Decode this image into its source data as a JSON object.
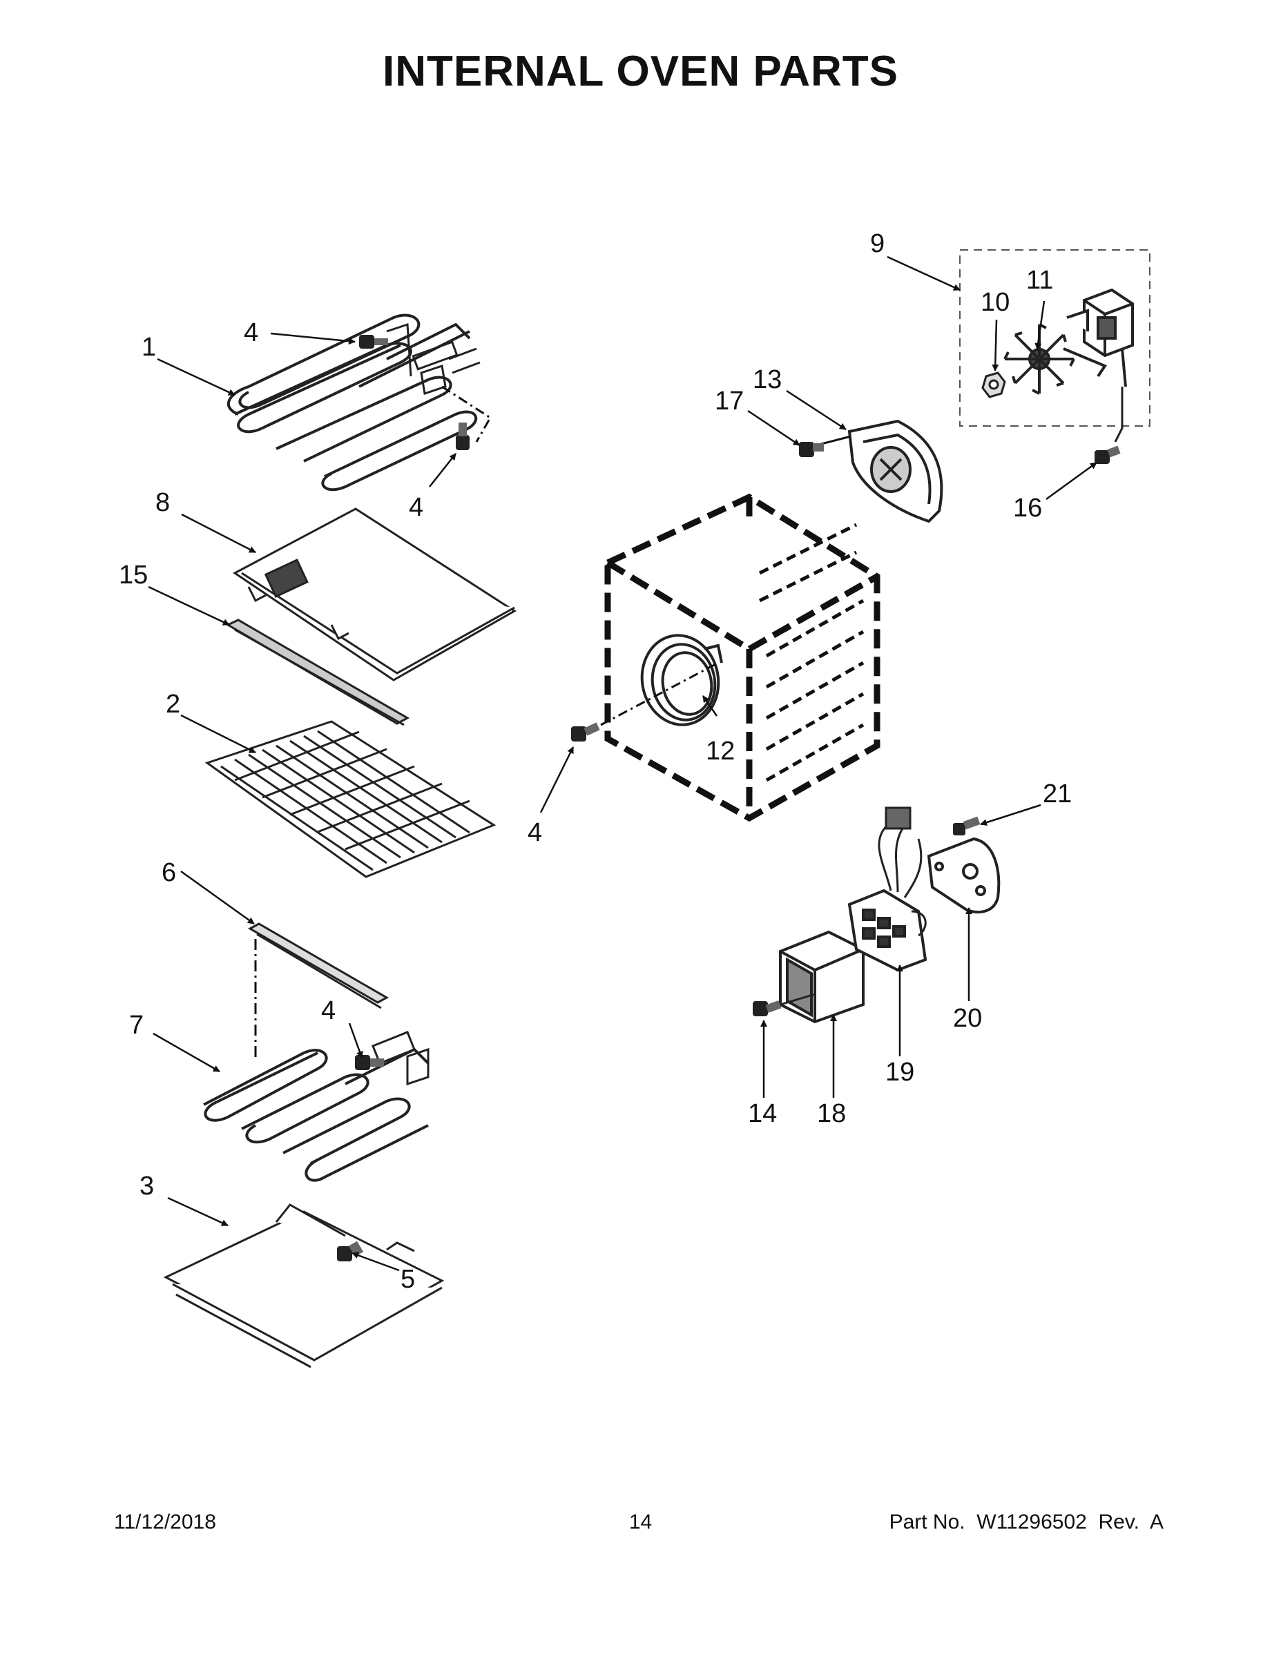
{
  "title": "INTERNAL OVEN PARTS",
  "callouts": [
    "1",
    "2",
    "3",
    "4",
    "5",
    "6",
    "7",
    "8",
    "9",
    "10",
    "11",
    "12",
    "13",
    "14",
    "15",
    "16",
    "17",
    "18",
    "19",
    "20",
    "21"
  ],
  "footer": {
    "date": "11/12/2018",
    "page": "14",
    "part": "Part No.  W11296502  Rev.  A"
  }
}
